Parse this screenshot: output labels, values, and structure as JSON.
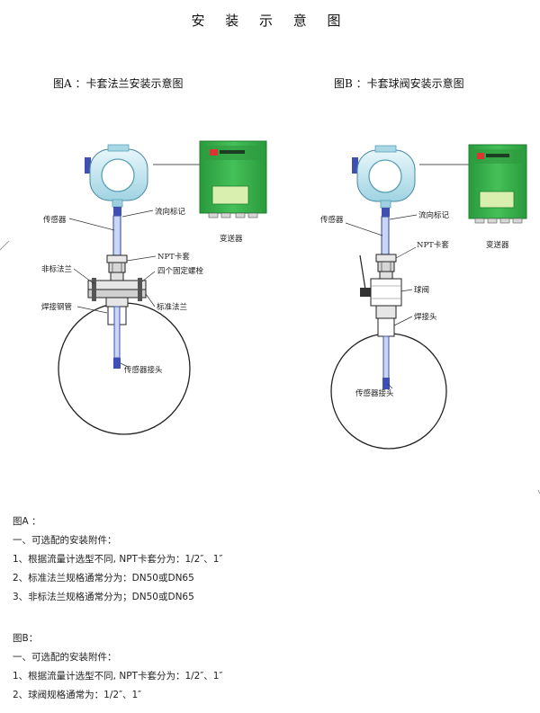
{
  "title": "安 装 示 意 图",
  "figure_a": {
    "caption": "图A ：卡套法兰安装示意图",
    "labels": {
      "sensor": "传感器",
      "flow_mark": "流向标记",
      "npt_ferrule": "NPT卡套",
      "four_bolts": "四个固定螺栓",
      "nonstd_flange": "非标法兰",
      "std_flange": "标准法兰",
      "weld_pipe": "焊接钢管",
      "sensor_probe": "传感器接头",
      "transmitter": "变送器"
    }
  },
  "figure_b": {
    "caption": "图B ：卡套球阀安装示意图",
    "labels": {
      "sensor": "传感器",
      "flow_mark": "流向标记",
      "npt_ferrule": "NPT卡套",
      "ball_valve": "球阀",
      "weld_head": "焊接头",
      "sensor_probe": "传感器接头",
      "transmitter": "变送器"
    }
  },
  "notes_a": {
    "heading": "图A ：",
    "subheading": "一、可选配的安装附件：",
    "items": [
      "1、根据流量计选型不同, NPT卡套分为：1/2″、1″",
      "2、标准法兰规格通常分为：DN50或DN65",
      "3、非标法兰规格通常分为；DN50或DN65"
    ]
  },
  "notes_b": {
    "heading": "图B：",
    "subheading": "一、可选配的安装附件：",
    "items": [
      "1、根据流量计选型不同, NPT卡套分为：1/2″、1″",
      "2、球阀规格通常为：1/2″、1″"
    ]
  },
  "colors": {
    "housing": "#bfe6f0",
    "transmitter": "#39b24a",
    "transmitter_dark": "#1f7d2f",
    "lcd": "#d8efb0",
    "probe": "#3f4fb8",
    "stem": "#c9d6f4"
  }
}
